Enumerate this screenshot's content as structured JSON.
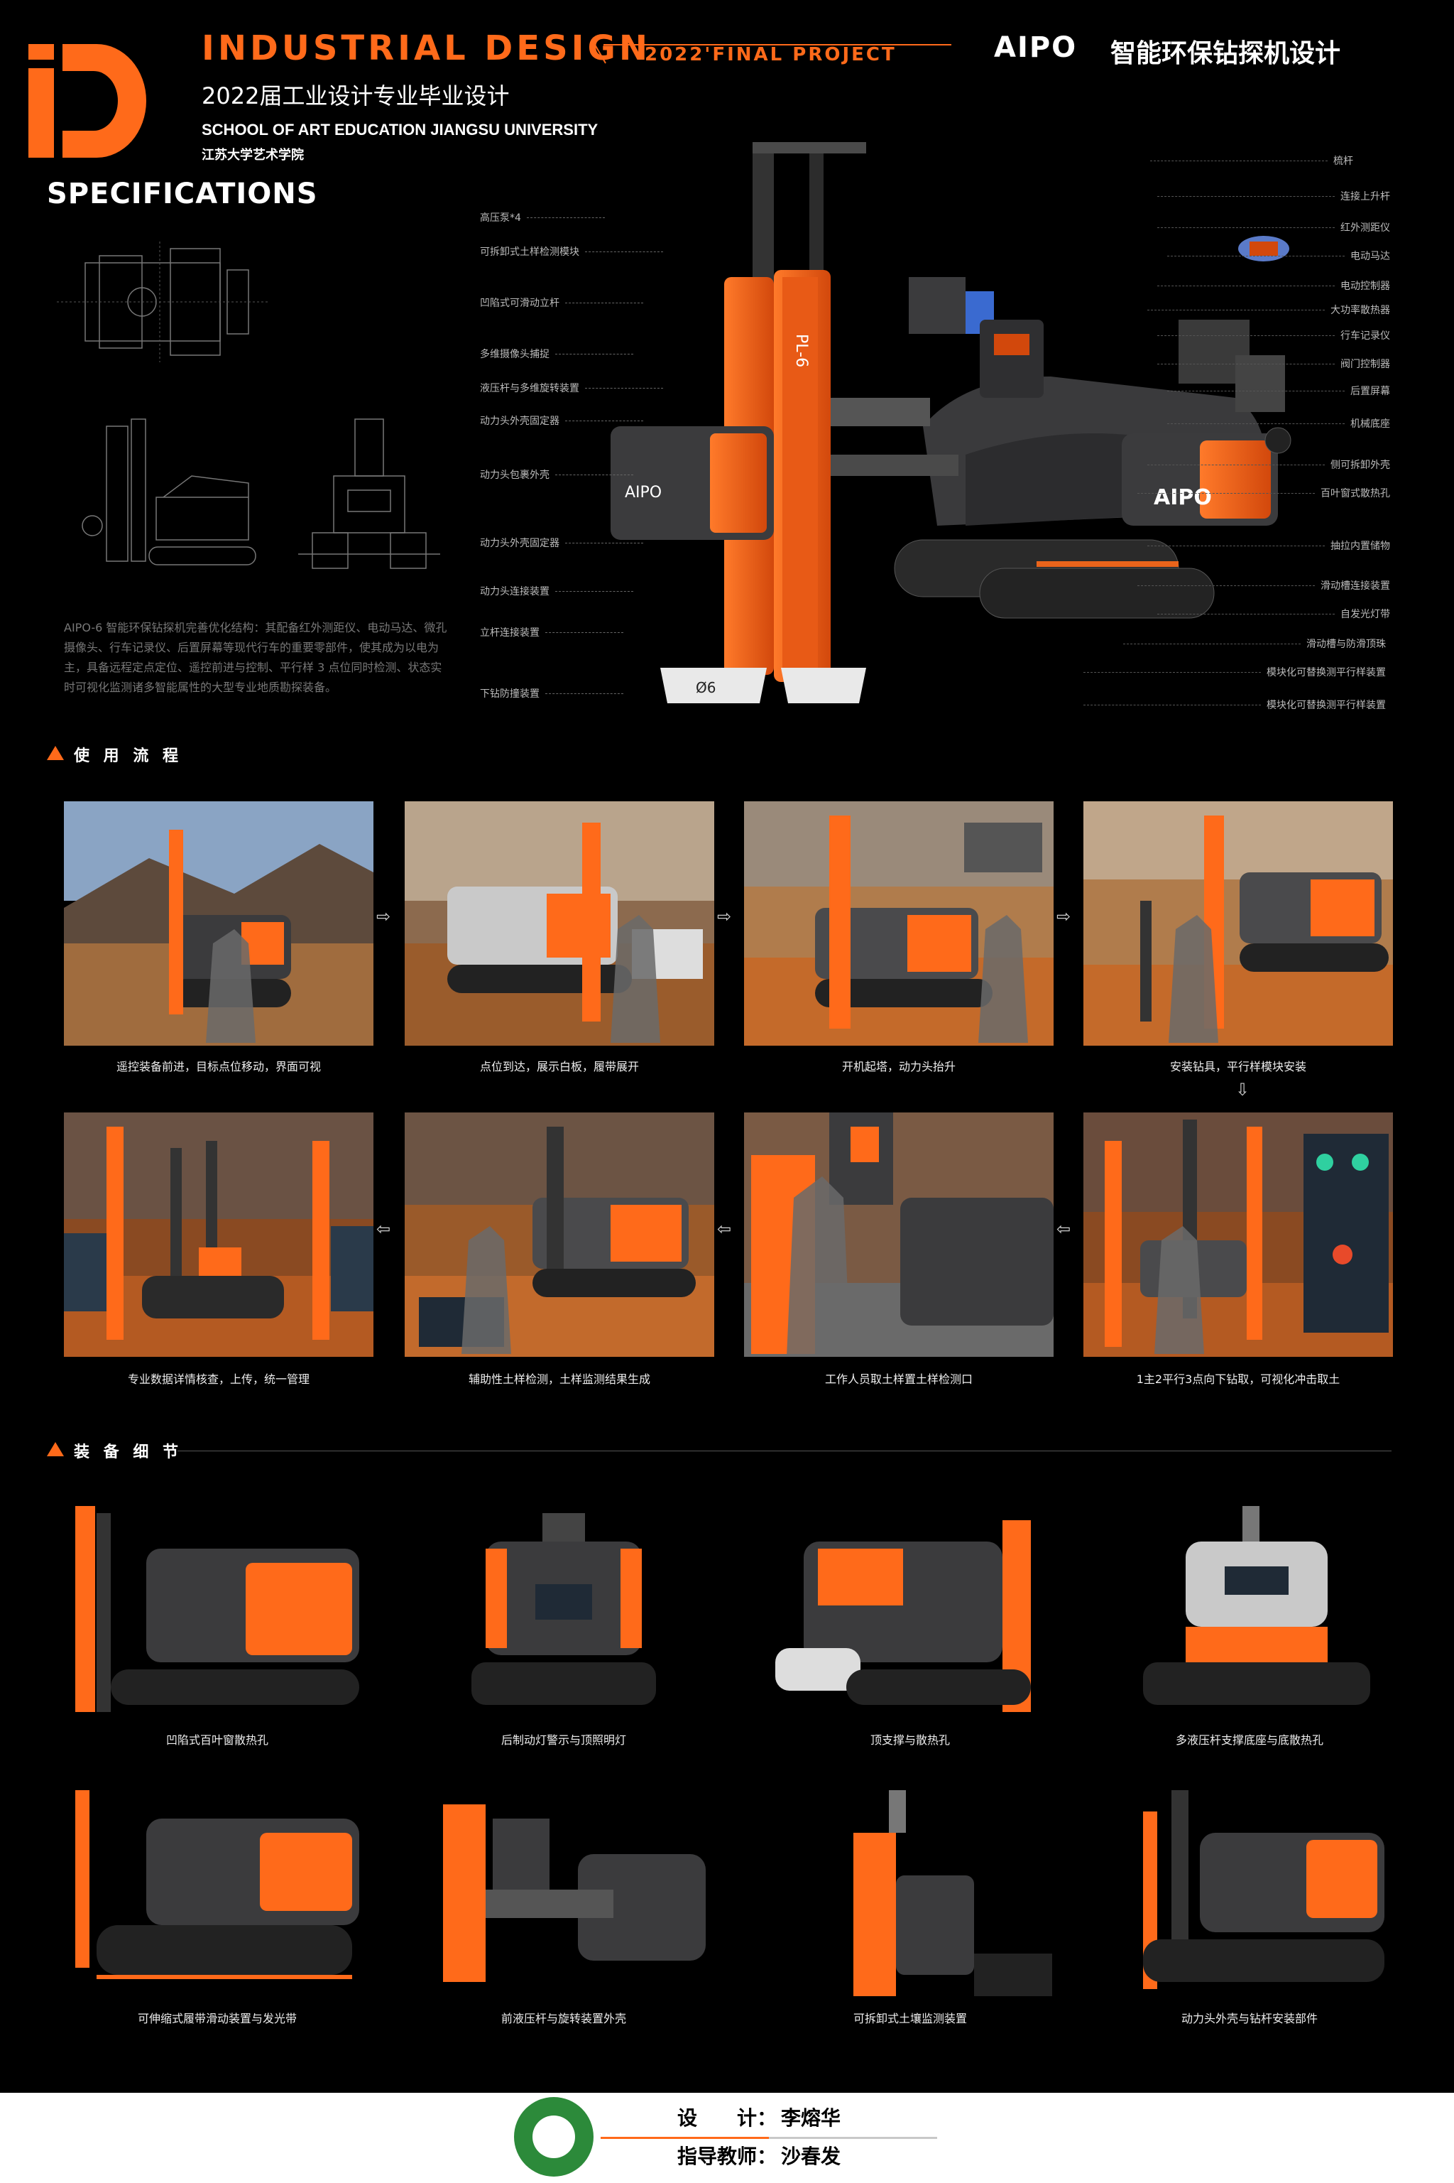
{
  "header": {
    "title": "INDUSTRIAL DESIGN",
    "project": "2022'FINAL PROJECT",
    "subtitle_cn": "2022届工业设计专业毕业设计",
    "school_en": "SCHOOL OF ART EDUCATION JIANGSU UNIVERSITY",
    "school_cn": "江苏大学艺术学院",
    "brand": "AIPO",
    "product_cn": "智能环保钻探机设计",
    "specs": "SPECIFICATIONS"
  },
  "description": "AIPO-6 智能环保钻探机完善优化结构：其配备红外测距仪、电动马达、微孔摄像头、行车记录仪、后置屏幕等现代行车的重要零部件，使其成为以电为主，具备远程定点定位、遥控前进与控制、平行样 3 点位同时检测、状态实时可视化监测诸多智能属性的大型专业地质勘探装备。",
  "callouts_left": [
    "高压泵*4",
    "可拆卸式土样检测模块",
    "凹陷式可滑动立杆",
    "多维摄像头捕捉",
    "液压杆与多维旋转装置",
    "动力头外壳固定器",
    "动力头包裹外壳",
    "动力头外壳固定器",
    "动力头连接装置",
    "立杆连接装置",
    "下钻防撞装置"
  ],
  "callouts_right": [
    "梳杆",
    "连接上升杆",
    "红外测距仪",
    "电动马达",
    "电动控制器",
    "大功率散热器",
    "行车记录仪",
    "阀门控制器",
    "后置屏幕",
    "机械底座",
    "侧可拆卸外壳",
    "百叶窗式散热孔",
    "抽拉内置储物",
    "滑动槽连接装置",
    "自发光灯带",
    "滑动槽与防滑顶珠",
    "模块化可替换测平行样装置",
    "模块化可替换测平行样装置"
  ],
  "machine_labels": {
    "brand": "AIPO",
    "model": "PL-6",
    "bit": "Ø6"
  },
  "usage": {
    "heading": "使 用 流 程",
    "steps": [
      "遥控装备前进，目标点位移动，界面可视",
      "点位到达，展示白板，履带展开",
      "开机起塔，动力头抬升",
      "安装钻具，平行样模块安装",
      "专业数据详情核查，上传，统一管理",
      "辅助性土样检测，土样监测结果生成",
      "工作人员取土样置土样检测口",
      "1主2平行3点向下钻取，可视化冲击取土"
    ]
  },
  "details": {
    "heading": "装 备 细 节",
    "items": [
      "凹陷式百叶窗散热孔",
      "后制动灯警示与顶照明灯",
      "顶支撑与散热孔",
      "多液压杆支撑底座与底散热孔",
      "可伸缩式履带滑动装置与发光带",
      "前液压杆与旋转装置外壳",
      "可拆卸式土壤监测装置",
      "动力头外壳与钻杆安装部件"
    ]
  },
  "footer": {
    "designer_label": "设　　计：",
    "designer": "李熔华",
    "advisor_label": "指导教师：",
    "advisor": "沙春发"
  },
  "colors": {
    "accent": "#ff6a1a",
    "background": "#000000",
    "machine_dark": "#3a3a3c"
  }
}
